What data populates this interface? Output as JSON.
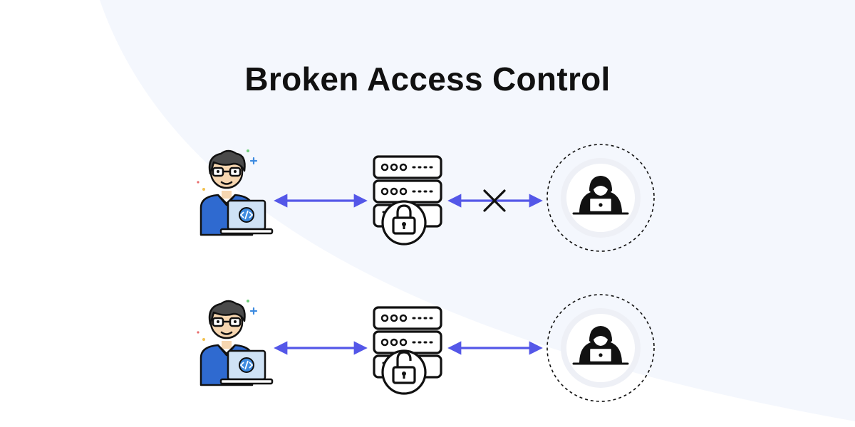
{
  "title": "Broken Access Control",
  "colors": {
    "background": "#ffffff",
    "panel": "#f4f7fd",
    "arrow": "#5457e8",
    "ink": "#111111",
    "shirt": "#2f6ad0",
    "screen": "#cfe2f5",
    "code_badge": "#3d8be0",
    "hair": "#4a4a4a",
    "skin": "#f6d6b0",
    "attacker_circle": "#eef0f6"
  },
  "rows": [
    {
      "name": "protected",
      "user_icon": "developer-with-laptop-icon",
      "server_icon": "server-with-locked-padlock-icon",
      "lock_state": "locked",
      "blocked": true,
      "block_icon": "cross-icon",
      "attacker_icon": "hooded-hacker-icon"
    },
    {
      "name": "broken",
      "user_icon": "developer-with-laptop-icon",
      "server_icon": "server-with-unlocked-padlock-icon",
      "lock_state": "unlocked",
      "blocked": false,
      "attacker_icon": "hooded-hacker-icon"
    }
  ]
}
